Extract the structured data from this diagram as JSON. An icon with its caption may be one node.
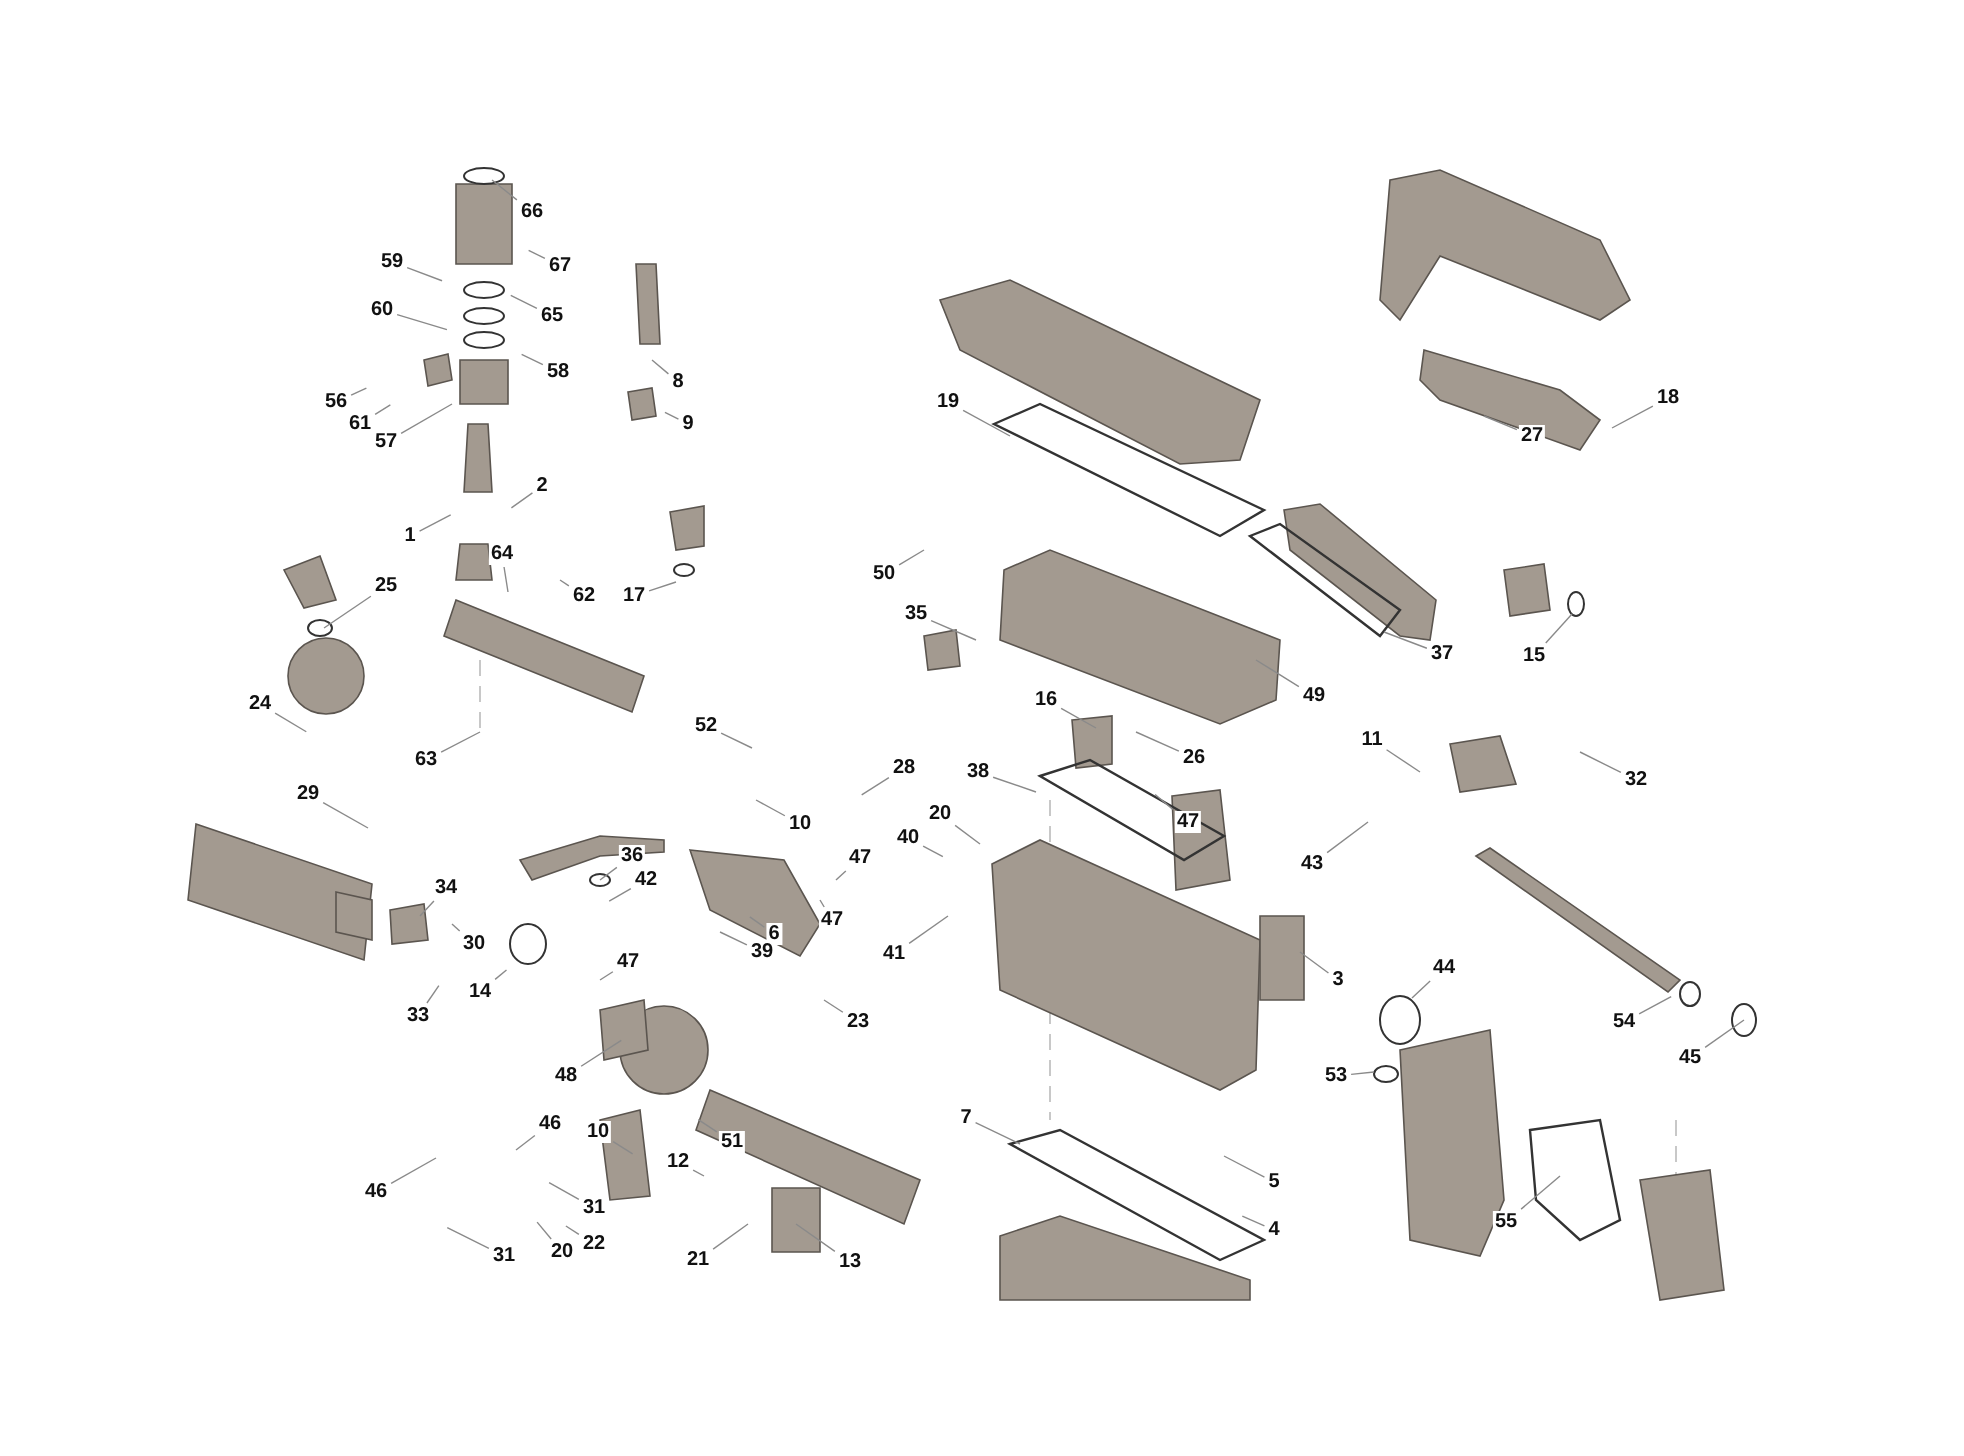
{
  "diagram": {
    "nodes": [
      {
        "text": [
          "66"
        ]
      },
      {
        "text": [
          "67"
        ]
      },
      {
        "text": [
          "59"
        ]
      },
      {
        "text": [
          "65"
        ]
      },
      {
        "text": [
          "60"
        ]
      },
      {
        "text": [
          "58"
        ]
      },
      {
        "text": [
          "8"
        ]
      },
      {
        "text": [
          "56"
        ]
      },
      {
        "text": [
          "9"
        ]
      },
      {
        "text": [
          "61"
        ]
      },
      {
        "text": [
          "57"
        ]
      },
      {
        "text": [
          "19"
        ]
      },
      {
        "text": [
          "18"
        ]
      },
      {
        "text": [
          "27"
        ]
      },
      {
        "text": [
          "2"
        ]
      },
      {
        "text": [
          "1"
        ]
      },
      {
        "text": [
          "64"
        ]
      },
      {
        "text": [
          "50"
        ]
      },
      {
        "text": [
          "25"
        ]
      },
      {
        "text": [
          "62"
        ]
      },
      {
        "text": [
          "17"
        ]
      },
      {
        "text": [
          "35"
        ]
      },
      {
        "text": [
          "37"
        ]
      },
      {
        "text": [
          "15"
        ]
      },
      {
        "text": [
          "49"
        ]
      },
      {
        "text": [
          "16"
        ]
      },
      {
        "text": [
          "24"
        ]
      },
      {
        "text": [
          "52"
        ]
      },
      {
        "text": [
          "11"
        ]
      },
      {
        "text": [
          "26"
        ]
      },
      {
        "text": [
          "63"
        ]
      },
      {
        "text": [
          "28"
        ]
      },
      {
        "text": [
          "38"
        ]
      },
      {
        "text": [
          "32"
        ]
      },
      {
        "text": [
          "29"
        ]
      },
      {
        "text": [
          "20"
        ]
      },
      {
        "text": [
          "10"
        ]
      },
      {
        "text": [
          "47"
        ]
      },
      {
        "text": [
          "40"
        ]
      },
      {
        "text": [
          "36"
        ]
      },
      {
        "text": [
          "47"
        ]
      },
      {
        "text": [
          "43"
        ]
      },
      {
        "text": [
          "42"
        ]
      },
      {
        "text": [
          "34"
        ]
      },
      {
        "text": [
          "47"
        ]
      },
      {
        "text": [
          "6"
        ]
      },
      {
        "text": [
          "39"
        ]
      },
      {
        "text": [
          "30"
        ]
      },
      {
        "text": [
          "41"
        ]
      },
      {
        "text": [
          "47"
        ]
      },
      {
        "text": [
          "44"
        ]
      },
      {
        "text": [
          "3"
        ]
      },
      {
        "text": [
          "14"
        ]
      },
      {
        "text": [
          "33"
        ]
      },
      {
        "text": [
          "23"
        ]
      },
      {
        "text": [
          "54"
        ]
      },
      {
        "text": [
          "45"
        ]
      },
      {
        "text": [
          "48"
        ]
      },
      {
        "text": [
          "53"
        ]
      },
      {
        "text": [
          "7"
        ]
      },
      {
        "text": [
          "46"
        ]
      },
      {
        "text": [
          "10"
        ]
      },
      {
        "text": [
          "51"
        ]
      },
      {
        "text": [
          "12"
        ]
      },
      {
        "text": [
          "5"
        ]
      },
      {
        "text": [
          "46"
        ]
      },
      {
        "text": [
          "22"
        ]
      },
      {
        "text": [
          "31"
        ]
      },
      {
        "text": [
          "55"
        ]
      },
      {
        "text": [
          "4"
        ]
      },
      {
        "text": [
          "31"
        ]
      },
      {
        "text": [
          "20"
        ]
      },
      {
        "text": [
          "21"
        ]
      },
      {
        "text": [
          "13"
        ]
      }
    ],
    "edges": [
      {
        "from": 0,
        "to": null,
        "arrow": "none"
      },
      {
        "from": 1,
        "to": null,
        "arrow": "none"
      },
      {
        "from": 2,
        "to": null,
        "arrow": "none"
      },
      {
        "from": 3,
        "to": null,
        "arrow": "none"
      },
      {
        "from": 4,
        "to": null,
        "arrow": "none"
      },
      {
        "from": 5,
        "to": null,
        "arrow": "none"
      },
      {
        "from": 6,
        "to": null,
        "arrow": "none"
      },
      {
        "from": 7,
        "to": null,
        "arrow": "none"
      },
      {
        "from": 8,
        "to": null,
        "arrow": "none"
      },
      {
        "from": 9,
        "to": null,
        "arrow": "none"
      },
      {
        "from": 10,
        "to": null,
        "arrow": "none"
      },
      {
        "from": 11,
        "to": null,
        "arrow": "none"
      },
      {
        "from": 12,
        "to": null,
        "arrow": "none"
      },
      {
        "from": 13,
        "to": null,
        "arrow": "none"
      },
      {
        "from": 14,
        "to": null,
        "arrow": "none"
      },
      {
        "from": 15,
        "to": null,
        "arrow": "none"
      },
      {
        "from": 16,
        "to": null,
        "arrow": "none"
      },
      {
        "from": 17,
        "to": null,
        "arrow": "none"
      },
      {
        "from": 18,
        "to": null,
        "arrow": "none"
      },
      {
        "from": 19,
        "to": null,
        "arrow": "none"
      },
      {
        "from": 20,
        "to": null,
        "arrow": "none"
      },
      {
        "from": 21,
        "to": null,
        "arrow": "none"
      },
      {
        "from": 22,
        "to": null,
        "arrow": "none"
      },
      {
        "from": 23,
        "to": null,
        "arrow": "none"
      },
      {
        "from": 24,
        "to": null,
        "arrow": "none"
      },
      {
        "from": 25,
        "to": null,
        "arrow": "none"
      },
      {
        "from": 26,
        "to": null,
        "arrow": "none"
      },
      {
        "from": 27,
        "to": null,
        "arrow": "none"
      },
      {
        "from": 28,
        "to": null,
        "arrow": "none"
      },
      {
        "from": 29,
        "to": null,
        "arrow": "none"
      },
      {
        "from": 30,
        "to": null,
        "arrow": "none"
      },
      {
        "from": 31,
        "to": null,
        "arrow": "none"
      },
      {
        "from": 32,
        "to": null,
        "arrow": "none"
      },
      {
        "from": 33,
        "to": null,
        "arrow": "none"
      },
      {
        "from": 34,
        "to": null,
        "arrow": "none"
      },
      {
        "from": 35,
        "to": null,
        "arrow": "none"
      },
      {
        "from": 36,
        "to": null,
        "arrow": "none"
      },
      {
        "from": 37,
        "to": null,
        "arrow": "none"
      },
      {
        "from": 38,
        "to": null,
        "arrow": "none"
      },
      {
        "from": 39,
        "to": null,
        "arrow": "none"
      },
      {
        "from": 40,
        "to": null,
        "arrow": "none"
      },
      {
        "from": 41,
        "to": null,
        "arrow": "none"
      },
      {
        "from": 42,
        "to": null,
        "arrow": "none"
      },
      {
        "from": 43,
        "to": null,
        "arrow": "none"
      },
      {
        "from": 44,
        "to": null,
        "arrow": "none"
      },
      {
        "from": 45,
        "to": null,
        "arrow": "none"
      },
      {
        "from": 46,
        "to": null,
        "arrow": "none"
      },
      {
        "from": 47,
        "to": null,
        "arrow": "none"
      },
      {
        "from": 48,
        "to": null,
        "arrow": "none"
      },
      {
        "from": 49,
        "to": null,
        "arrow": "none"
      },
      {
        "from": 50,
        "to": null,
        "arrow": "none"
      },
      {
        "from": 51,
        "to": null,
        "arrow": "none"
      },
      {
        "from": 52,
        "to": null,
        "arrow": "none"
      },
      {
        "from": 53,
        "to": null,
        "arrow": "none"
      },
      {
        "from": 54,
        "to": null,
        "arrow": "none"
      },
      {
        "from": 55,
        "to": null,
        "arrow": "none"
      },
      {
        "from": 56,
        "to": null,
        "arrow": "none"
      },
      {
        "from": 57,
        "to": null,
        "arrow": "none"
      },
      {
        "from": 58,
        "to": null,
        "arrow": "none"
      },
      {
        "from": 59,
        "to": null,
        "arrow": "none"
      },
      {
        "from": 60,
        "to": null,
        "arrow": "none"
      },
      {
        "from": 61,
        "to": null,
        "arrow": "none"
      },
      {
        "from": 62,
        "to": null,
        "arrow": "none"
      },
      {
        "from": 63,
        "to": null,
        "arrow": "none"
      },
      {
        "from": 64,
        "to": null,
        "arrow": "none"
      },
      {
        "from": 65,
        "to": null,
        "arrow": "none"
      },
      {
        "from": 66,
        "to": null,
        "arrow": "none"
      },
      {
        "from": 67,
        "to": null,
        "arrow": "none"
      },
      {
        "from": 68,
        "to": null,
        "arrow": "none"
      },
      {
        "from": 69,
        "to": null,
        "arrow": "none"
      },
      {
        "from": 70,
        "to": null,
        "arrow": "none"
      },
      {
        "from": 71,
        "to": null,
        "arrow": "none"
      },
      {
        "from": 72,
        "to": null,
        "arrow": "none"
      },
      {
        "from": 73,
        "to": null,
        "arrow": "none"
      }
    ]
  }
}
